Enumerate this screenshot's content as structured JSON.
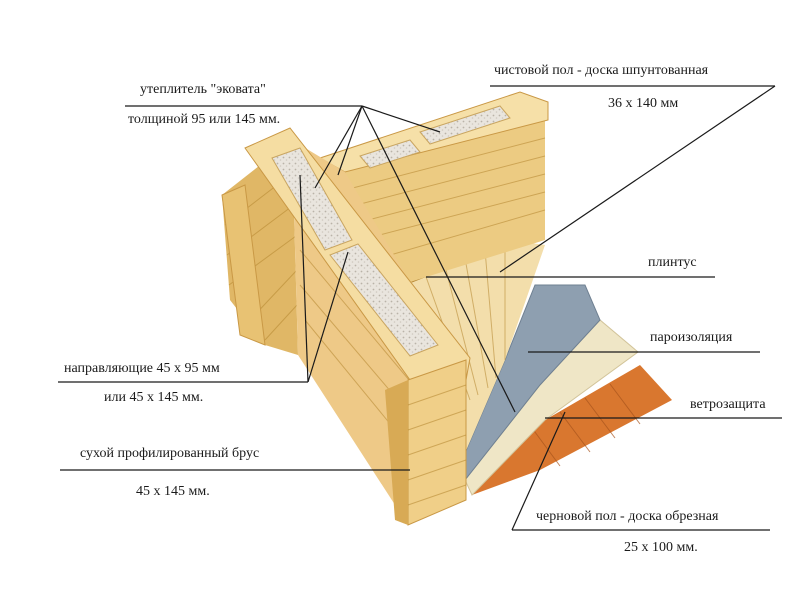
{
  "labels": {
    "insulation": {
      "line1": "утеплитель \"эковата\"",
      "line2": "толщиной  95 или 145 мм."
    },
    "finish_floor": {
      "line1": "чистовой пол - доска шпунтованная",
      "line2": "36 x 140 мм"
    },
    "baseboard": {
      "line1": "плинтус"
    },
    "vapor_barrier": {
      "line1": "пароизоляция"
    },
    "wind_barrier": {
      "line1": "ветрозащита"
    },
    "guides": {
      "line1": "направляющие 45 x 95 мм",
      "line2": "или 45 x 145 мм."
    },
    "beam": {
      "line1": "сухой профилированный брус",
      "line2": "45 x 145 мм."
    },
    "rough_floor": {
      "line1": "черновой пол - доска обрезная",
      "line2": "25 x 100 мм."
    }
  },
  "colors": {
    "wood_light": "#f0d596",
    "wood_mid": "#e2bd6c",
    "wood_dark": "#c99845",
    "insulation": "#e8e4dc",
    "vapor_barrier": "#8e9fb0",
    "wind_barrier": "#eee5c5",
    "rough_floor": "#d9772f",
    "leader_line": "#1a1a1a"
  }
}
